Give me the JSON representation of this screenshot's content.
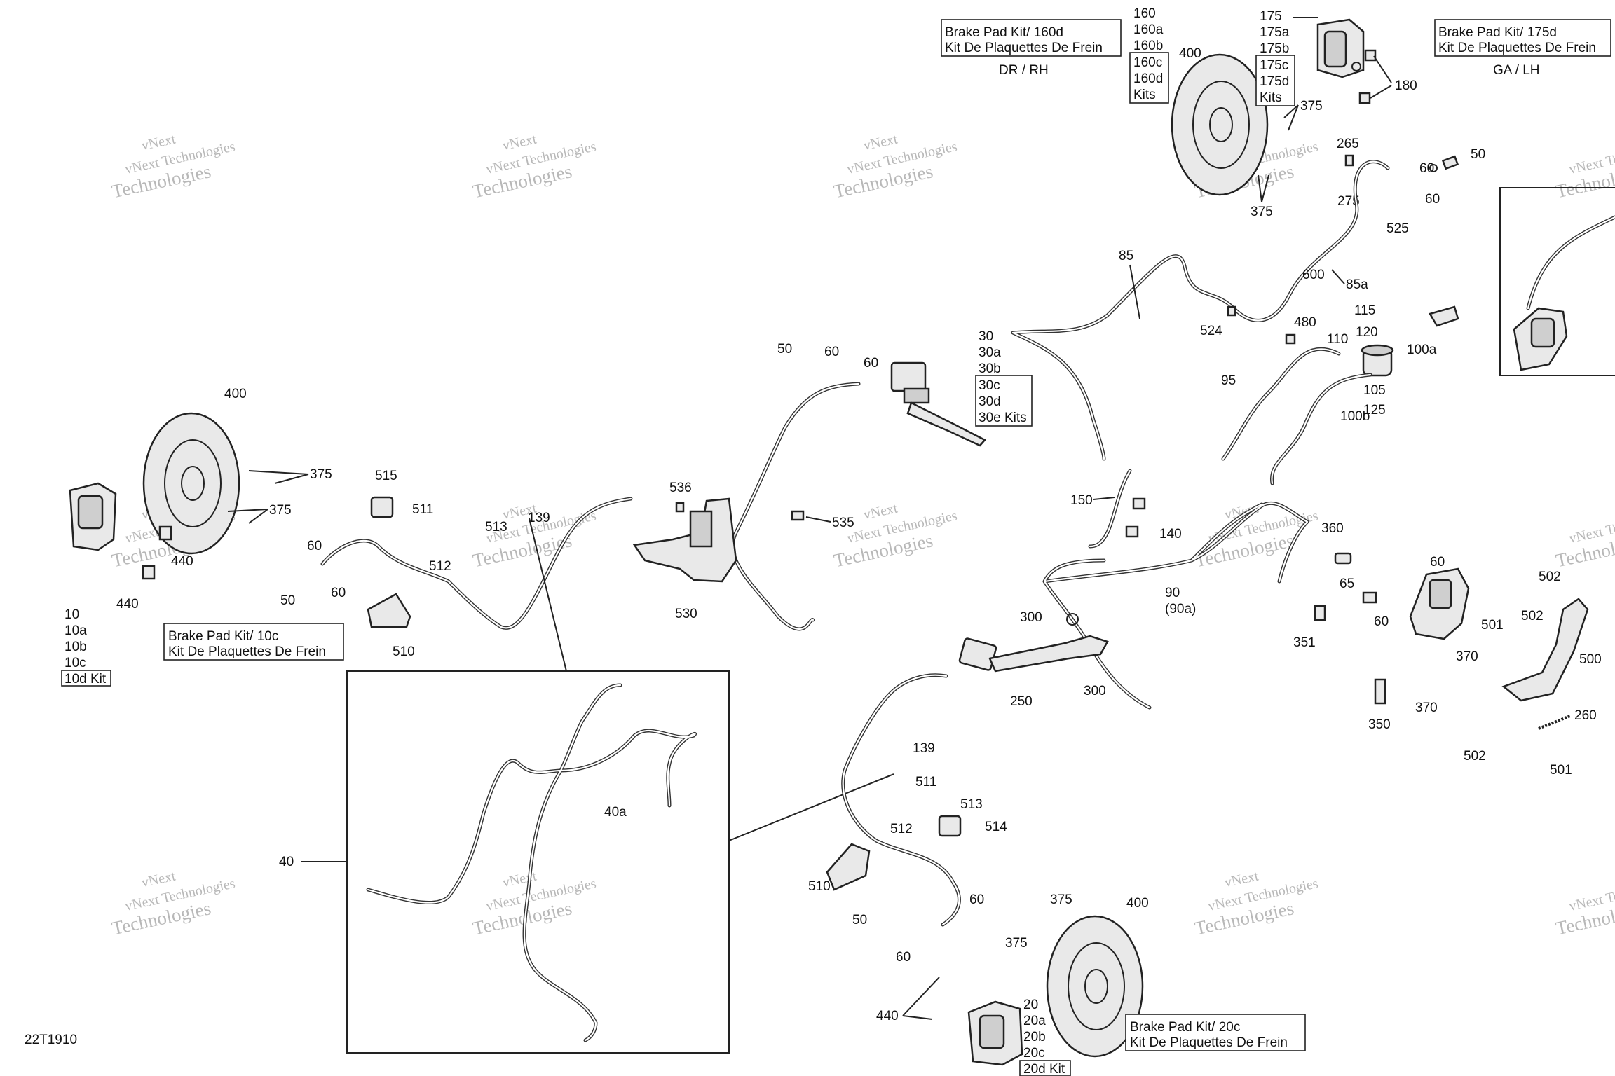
{
  "drawing_id": "22T1910",
  "watermark": {
    "line1": "vNext Technologies",
    "line2": "Technologies",
    "line3": "vNext"
  },
  "kit_boxes": {
    "rh_front": {
      "line1": "Brake Pad Kit/ 160d",
      "line2": "Kit De Plaquettes De Frein",
      "side": "DR / RH"
    },
    "lh_front": {
      "line1": "Brake Pad Kit/ 175d",
      "line2": "Kit De Plaquettes De Frein",
      "side": "GA / LH"
    },
    "rear_left": {
      "line1": "Brake Pad Kit/ 10c",
      "line2": "Kit De Plaquettes De Frein"
    },
    "rear_right": {
      "line1": "Brake Pad Kit/ 20c",
      "line2": "Kit De Plaquettes De Frein"
    }
  },
  "callouts": {
    "c160": [
      "160",
      "160a",
      "160b"
    ],
    "c160kits": [
      "160c",
      "160d",
      "Kits"
    ],
    "c175": [
      "175",
      "175a",
      "175b"
    ],
    "c175kits": [
      "175c",
      "175d",
      "Kits"
    ],
    "c30": [
      "30",
      "30a",
      "30b"
    ],
    "c30kits": [
      "30c",
      "30d",
      "30e Kits"
    ],
    "c10": [
      "10",
      "10a",
      "10b",
      "10c"
    ],
    "c10kit": "10d Kit",
    "c20": [
      "20",
      "20a",
      "20b",
      "20c"
    ],
    "c20kit": "20d Kit",
    "c90": [
      "90",
      "(90a)"
    ],
    "p400": "400",
    "p180": "180",
    "p375": "375",
    "p265": "265",
    "p60": "60",
    "p50": "50",
    "p275": "275",
    "p525": "525",
    "p85": "85",
    "p85a": "85a",
    "p600": "600",
    "p524": "524",
    "p480": "480",
    "p115": "115",
    "p110": "110",
    "p120": "120",
    "p100a": "100a",
    "p95": "95",
    "p105": "105",
    "p125": "125",
    "p100b": "100b",
    "p150": "150",
    "p140": "140",
    "p360": "360",
    "p65": "65",
    "p351": "351",
    "p370": "370",
    "p350": "350",
    "p502": "502",
    "p501": "501",
    "p500": "500",
    "p260": "260",
    "p300": "300",
    "p250": "250",
    "p536": "536",
    "p535": "535",
    "p530": "530",
    "p515": "515",
    "p511": "511",
    "p513": "513",
    "p512": "512",
    "p510": "510",
    "p139": "139",
    "p440": "440",
    "p40": "40",
    "p40a": "40a",
    "p514": "514"
  }
}
